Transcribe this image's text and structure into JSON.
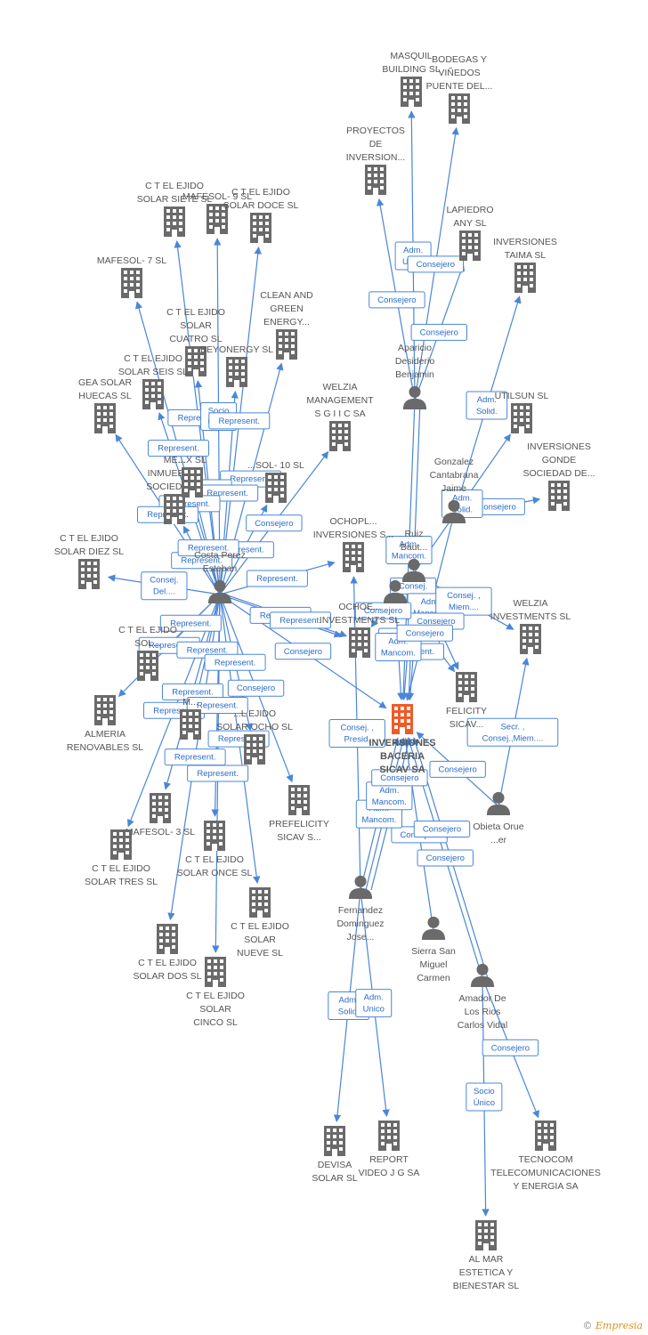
{
  "colors": {
    "edge": "#4a86d8",
    "node": "#6a6a6a",
    "focus": "#f05a28",
    "label": "#555555"
  },
  "nodes": [
    {
      "id": "focus",
      "type": "company",
      "focus": true,
      "label": [
        "INVERSIONES",
        "BACERIA",
        "SICAV SA"
      ]
    },
    {
      "id": "masquil",
      "type": "company",
      "label": [
        "MASQUIL",
        "BUILDING SL"
      ]
    },
    {
      "id": "bodegas",
      "type": "company",
      "label": [
        "BODEGAS Y",
        "VIÑEDOS",
        "PUENTE DEL..."
      ]
    },
    {
      "id": "proyectos",
      "type": "company",
      "label": [
        "PROYECTOS",
        "DE",
        "INVERSION..."
      ]
    },
    {
      "id": "lapiedro",
      "type": "company",
      "label": [
        "LAPIEDRO",
        "ANY  SL"
      ]
    },
    {
      "id": "taima",
      "type": "company",
      "label": [
        "INVERSIONES",
        "TAIMA SL"
      ]
    },
    {
      "id": "aparicio",
      "type": "person",
      "label": [
        "Aparicio",
        "Desiderio",
        "Benjamin"
      ]
    },
    {
      "id": "utilsun",
      "type": "company",
      "label": [
        "UTILSUN SL"
      ]
    },
    {
      "id": "gonde",
      "type": "company",
      "label": [
        "INVERSIONES",
        "GONDE",
        "SOCIEDAD DE..."
      ]
    },
    {
      "id": "gonzalez",
      "type": "person",
      "label": [
        "Gonzalez",
        "Cantabrana",
        "Jaime"
      ]
    },
    {
      "id": "welziamgmt",
      "type": "company",
      "label": [
        "WELZIA",
        "MANAGEMENT",
        "S G I I C SA"
      ]
    },
    {
      "id": "ochopl",
      "type": "company",
      "label": [
        "OCHOPL...",
        "INVERSIONES S..."
      ]
    },
    {
      "id": "ruiz",
      "type": "person",
      "label": [
        "Ruiz",
        "Baut..."
      ]
    },
    {
      "id": "p_ruiz2",
      "type": "person",
      "label": []
    },
    {
      "id": "welziainv",
      "type": "company",
      "label": [
        "WELZIA",
        "INVESTMENTS SL"
      ]
    },
    {
      "id": "ochoe",
      "type": "company",
      "label": [
        "OCHOE...",
        "INVESTMENTS SL"
      ]
    },
    {
      "id": "felicity",
      "type": "company",
      "label": [
        "FELICITY",
        "SICAV..."
      ]
    },
    {
      "id": "obieta",
      "type": "person",
      "label": [
        "Obieta Orue",
        "...er"
      ]
    },
    {
      "id": "sierra",
      "type": "person",
      "label": [
        "Sierra San",
        "Miguel",
        "Carmen"
      ]
    },
    {
      "id": "fernandez",
      "type": "person",
      "label": [
        "Fernandez",
        "Dominguez",
        "Jose..."
      ]
    },
    {
      "id": "amador",
      "type": "person",
      "label": [
        "Amador De",
        "Los Rios",
        "Carlos Vidal"
      ]
    },
    {
      "id": "devisa",
      "type": "company",
      "label": [
        "DEVISA",
        "SOLAR SL"
      ]
    },
    {
      "id": "reportvideo",
      "type": "company",
      "label": [
        "REPORT",
        "VIDEO J G SA"
      ]
    },
    {
      "id": "tecnocom",
      "type": "company",
      "label": [
        "TECNOCOM",
        "TELECOMUNICACIONES",
        "Y ENERGIA SA"
      ]
    },
    {
      "id": "almar",
      "type": "company",
      "label": [
        "AL MAR",
        "ESTETICA Y",
        "BIENESTAR SL"
      ]
    },
    {
      "id": "costa",
      "type": "person",
      "label": [
        "Costa Perez",
        "Esteban"
      ]
    },
    {
      "id": "ctsiete",
      "type": "company",
      "label": [
        "C T EL EJIDO",
        "SOLAR SIETE SL"
      ]
    },
    {
      "id": "mafesol9",
      "type": "company",
      "label": [
        "MAFESOL- 9 SL"
      ]
    },
    {
      "id": "ctdoce",
      "type": "company",
      "label": [
        "C T EL EJIDO",
        "SOLAR DOCE SL"
      ]
    },
    {
      "id": "mafesol7",
      "type": "company",
      "label": [
        "MAFESOL- 7 SL"
      ]
    },
    {
      "id": "cleanand",
      "type": "company",
      "label": [
        "CLEAN AND",
        "GREEN",
        "ENERGY..."
      ]
    },
    {
      "id": "ctcuatro",
      "type": "company",
      "label": [
        "C T EL EJIDO",
        "SOLAR",
        "CUATRO SL"
      ]
    },
    {
      "id": "beyonergy",
      "type": "company",
      "label": [
        "BEYONERGY SL"
      ]
    },
    {
      "id": "ctseis",
      "type": "company",
      "label": [
        "C T EL EJIDO",
        "SOLAR SEIS SL"
      ]
    },
    {
      "id": "geasolar",
      "type": "company",
      "label": [
        "GEA SOLAR",
        "HUECAS SL"
      ]
    },
    {
      "id": "mafesol10",
      "type": "company",
      "label": [
        "...SOL- 10 SL"
      ]
    },
    {
      "id": "mesociedad",
      "type": "company",
      "label": [
        "ME...",
        "INMUEBLES",
        "SOCIEDAD..."
      ]
    },
    {
      "id": "xsl",
      "type": "company",
      "label": [
        "...X SL"
      ]
    },
    {
      "id": "ctdiez",
      "type": "company",
      "label": [
        "C T EL EJIDO",
        "SOLAR DIEZ SL"
      ]
    },
    {
      "id": "ctsolx",
      "type": "company",
      "label": [
        "C T EL EJIDO",
        "SOL..."
      ]
    },
    {
      "id": "almeria",
      "type": "company",
      "label": [
        "ALMERIA",
        "RENOVABLES SL"
      ]
    },
    {
      "id": "msl",
      "type": "company",
      "label": [
        "M..."
      ]
    },
    {
      "id": "ctocho",
      "type": "company",
      "label": [
        "...L EJIDO",
        "SOLAR OCHO SL"
      ]
    },
    {
      "id": "prefelicity",
      "type": "company",
      "label": [
        "PREFELICITY",
        "SICAV S..."
      ]
    },
    {
      "id": "mafesol3",
      "type": "company",
      "label": [
        "MAFESOL- 3 SL"
      ]
    },
    {
      "id": "cttres",
      "type": "company",
      "label": [
        "C T EL EJIDO",
        "SOLAR TRES SL"
      ]
    },
    {
      "id": "ctonce",
      "type": "company",
      "label": [
        "C T EL EJIDO",
        "SOLAR ONCE SL"
      ]
    },
    {
      "id": "ctnueve",
      "type": "company",
      "label": [
        "C T EL EJIDO",
        "SOLAR",
        "NUEVE SL"
      ]
    },
    {
      "id": "ctdos",
      "type": "company",
      "label": [
        "C T EL EJIDO",
        "SOLAR DOS SL"
      ]
    },
    {
      "id": "ctcinco",
      "type": "company",
      "label": [
        "C T EL EJIDO",
        "SOLAR",
        "CINCO SL"
      ]
    }
  ],
  "edges": [
    {
      "from": "aparicio",
      "to": "masquil",
      "label": [
        "Adm.",
        "Unico"
      ]
    },
    {
      "from": "aparicio",
      "to": "bodegas",
      "label": [
        "Consejero"
      ]
    },
    {
      "from": "aparicio",
      "to": "proyectos",
      "label": [
        "Consejero"
      ]
    },
    {
      "from": "aparicio",
      "to": "lapiedro",
      "label": [
        "Consejero"
      ]
    },
    {
      "from": "aparicio",
      "to": "focus",
      "label": [
        "Adm.",
        "Mancom."
      ]
    },
    {
      "from": "aparicio",
      "to": "focus",
      "label": [
        "Consej."
      ]
    },
    {
      "from": "gonzalez",
      "to": "taima",
      "label": [
        "Adm.",
        "Solid."
      ]
    },
    {
      "from": "gonzalez",
      "to": "gonde",
      "label": [
        "Consejero"
      ]
    },
    {
      "from": "gonzalez",
      "to": "focus",
      "label": [
        "Adm.",
        "Mancom."
      ]
    },
    {
      "from": "ruiz",
      "to": "utilsun",
      "label": [
        "Adm.",
        "Solid."
      ]
    },
    {
      "from": "ruiz",
      "to": "welziainv",
      "label": [
        "Consej. ,",
        "Miem...."
      ]
    },
    {
      "from": "ruiz",
      "to": "felicity",
      "label": [
        "Consejero"
      ]
    },
    {
      "from": "ruiz",
      "to": "focus",
      "label": [
        "Represent."
      ]
    },
    {
      "from": "ruiz",
      "to": "focus",
      "label": [
        "Represent."
      ]
    },
    {
      "from": "p_ruiz2",
      "to": "focus",
      "label": [
        "Adm.",
        "Mancom."
      ]
    },
    {
      "from": "p_ruiz2",
      "to": "felicity",
      "label": [
        "Consejero"
      ]
    },
    {
      "from": "p_ruiz2",
      "to": "ochoe",
      "label": [
        "Consejero"
      ]
    },
    {
      "from": "obieta",
      "to": "welziainv",
      "label": [
        "Secr. ,",
        "Consej.,Miem...."
      ]
    },
    {
      "from": "obieta",
      "to": "focus",
      "label": [
        "Consejero"
      ]
    },
    {
      "from": "sierra",
      "to": "focus",
      "label": [
        "Consejero"
      ]
    },
    {
      "from": "amador",
      "to": "focus",
      "label": [
        "Consejero"
      ]
    },
    {
      "from": "amador",
      "to": "focus",
      "label": [
        "Consejero"
      ]
    },
    {
      "from": "amador",
      "to": "tecnocom",
      "label": [
        "Consejero"
      ]
    },
    {
      "from": "amador",
      "to": "almar",
      "label": [
        "Socio",
        "Único"
      ]
    },
    {
      "from": "fernandez",
      "to": "focus",
      "label": [
        "Adm.",
        "Mancom."
      ]
    },
    {
      "from": "fernandez",
      "to": "focus",
      "label": [
        "Adm.",
        "Mancom."
      ]
    },
    {
      "from": "fernandez",
      "to": "ochopl",
      "label": [
        "Consej. ,",
        "Presid."
      ]
    },
    {
      "from": "fernandez",
      "to": "focus",
      "label": [
        "Consejero"
      ]
    },
    {
      "from": "fernandez",
      "to": "devisa",
      "label": [
        "Adm.",
        "Solid."
      ]
    },
    {
      "from": "fernandez",
      "to": "reportvideo",
      "label": [
        "Adm.",
        "Unico"
      ]
    },
    {
      "from": "costa",
      "to": "ctsiete",
      "label": [
        "Represent."
      ]
    },
    {
      "from": "costa",
      "to": "mafesol9",
      "label": [
        "Socio",
        "Único"
      ]
    },
    {
      "from": "costa",
      "to": "ctdoce",
      "label": [
        "Represent."
      ]
    },
    {
      "from": "costa",
      "to": "mafesol7",
      "label": [
        "Represent."
      ]
    },
    {
      "from": "costa",
      "to": "cleanand",
      "label": [
        "Represent."
      ]
    },
    {
      "from": "costa",
      "to": "ctcuatro",
      "label": [
        "Repr..."
      ]
    },
    {
      "from": "costa",
      "to": "beyonergy",
      "label": [
        "Represent."
      ]
    },
    {
      "from": "costa",
      "to": "ctseis",
      "label": [
        "Represent."
      ]
    },
    {
      "from": "costa",
      "to": "geasolar",
      "label": [
        "Represent."
      ]
    },
    {
      "from": "costa",
      "to": "welziamgmt",
      "label": [
        "Consejero"
      ]
    },
    {
      "from": "costa",
      "to": "mafesol10",
      "label": [
        "Represent."
      ]
    },
    {
      "from": "costa",
      "to": "mesociedad",
      "label": [
        "Represent."
      ]
    },
    {
      "from": "costa",
      "to": "xsl",
      "label": [
        "Represent."
      ]
    },
    {
      "from": "costa",
      "to": "ctdiez",
      "label": [
        "Consej.",
        "Del...."
      ]
    },
    {
      "from": "costa",
      "to": "ochopl",
      "label": [
        "Represent."
      ]
    },
    {
      "from": "costa",
      "to": "ochoe",
      "label": [
        "Represent."
      ]
    },
    {
      "from": "costa",
      "to": "ctsolx",
      "label": [
        "Represent."
      ]
    },
    {
      "from": "costa",
      "to": "almeria",
      "label": [
        "Represent."
      ]
    },
    {
      "from": "costa",
      "to": "focus",
      "label": [
        "Consejero"
      ]
    },
    {
      "from": "costa",
      "to": "msl",
      "label": [
        "Represent."
      ]
    },
    {
      "from": "costa",
      "to": "ctocho",
      "label": [
        "Represent."
      ]
    },
    {
      "from": "costa",
      "to": "prefelicity",
      "label": [
        "Consejero"
      ]
    },
    {
      "from": "costa",
      "to": "mafesol3",
      "label": [
        "Represent."
      ]
    },
    {
      "from": "costa",
      "to": "cttres",
      "label": [
        "Represent."
      ]
    },
    {
      "from": "costa",
      "to": "ctonce",
      "label": [
        "Represent."
      ]
    },
    {
      "from": "costa",
      "to": "ctnueve",
      "label": [
        "Represent."
      ]
    },
    {
      "from": "costa",
      "to": "ctdos",
      "label": [
        "Represent."
      ]
    },
    {
      "from": "costa",
      "to": "ctcinco",
      "label": [
        "Represent."
      ]
    },
    {
      "from": "costa",
      "to": "ochoe",
      "label": [
        "Represent."
      ]
    }
  ],
  "footer": {
    "copyright": "©",
    "brand": "Empresia"
  }
}
